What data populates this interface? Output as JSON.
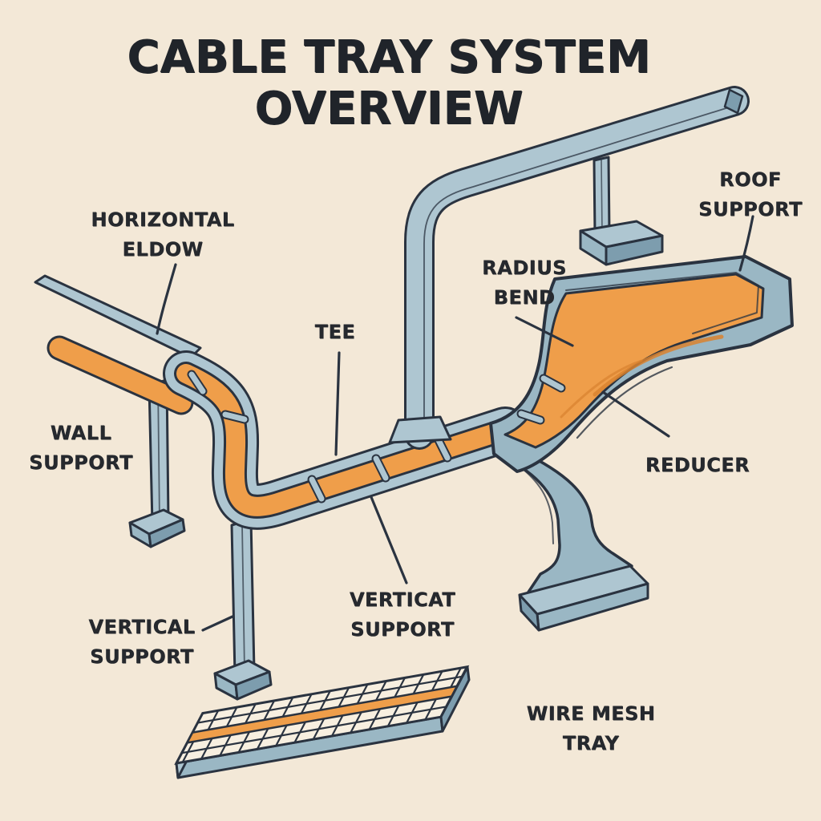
{
  "title": {
    "line1": "CABLE TRAY SYSTEM",
    "line2": "OVERVIEW"
  },
  "labels": {
    "horizontal_elbow": {
      "line1": "HORIZONTAL",
      "line2": "ELDOW"
    },
    "wall_support": {
      "line1": "WALL",
      "line2": "SUPPORT"
    },
    "tee": {
      "line1": "TEE"
    },
    "radius_bend": {
      "line1": "RADIUS",
      "line2": "BEND"
    },
    "roof_support": {
      "line1": "ROOF",
      "line2": "SUPPORT"
    },
    "reducer": {
      "line1": "REDUCER"
    },
    "vertical_support_mid": {
      "line1": "VERTICAT",
      "line2": "SUPPORT"
    },
    "vertical_support_left": {
      "line1": "VERTICAL",
      "line2": "SUPPORT"
    },
    "wire_mesh_tray": {
      "line1": "WIRE MESH",
      "line2": "TRAY"
    }
  },
  "colors": {
    "background": "#f3e8d7",
    "tray_steel": "#9ab7c4",
    "tray_steel_light": "#aec6d1",
    "tray_steel_dark": "#7d9dae",
    "cable_orange": "#ef9e4a",
    "outline_ink": "#2a3340",
    "text": "#26292e"
  }
}
